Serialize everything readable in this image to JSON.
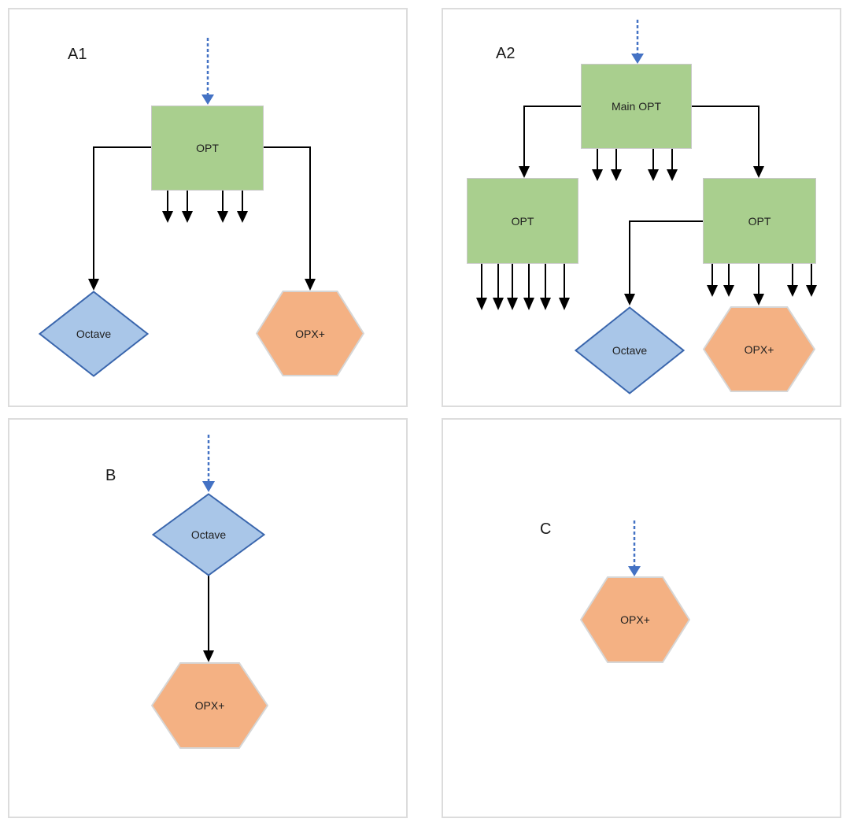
{
  "colors": {
    "rect_fill": "#a9cf8e",
    "rect_border": "#c9c9c9",
    "diamond_fill": "#a9c6e8",
    "diamond_border": "#3a66ad",
    "hexagon_fill": "#f4b183",
    "hexagon_border": "#d6d6d6",
    "accent_blue": "#4472c4",
    "connector": "#000000",
    "panel_border": "#dcdcdc"
  },
  "panels": [
    {
      "label": "A1",
      "nodes": {
        "opt": "OPT",
        "octave": "Octave",
        "opx": "OPX+"
      }
    },
    {
      "label": "A2",
      "nodes": {
        "main_opt": "Main OPT",
        "opt_left": "OPT",
        "opt_right": "OPT",
        "octave": "Octave",
        "opx": "OPX+"
      }
    },
    {
      "label": "B",
      "nodes": {
        "octave": "Octave",
        "opx": "OPX+"
      }
    },
    {
      "label": "C",
      "nodes": {
        "opx": "OPX+"
      }
    }
  ]
}
